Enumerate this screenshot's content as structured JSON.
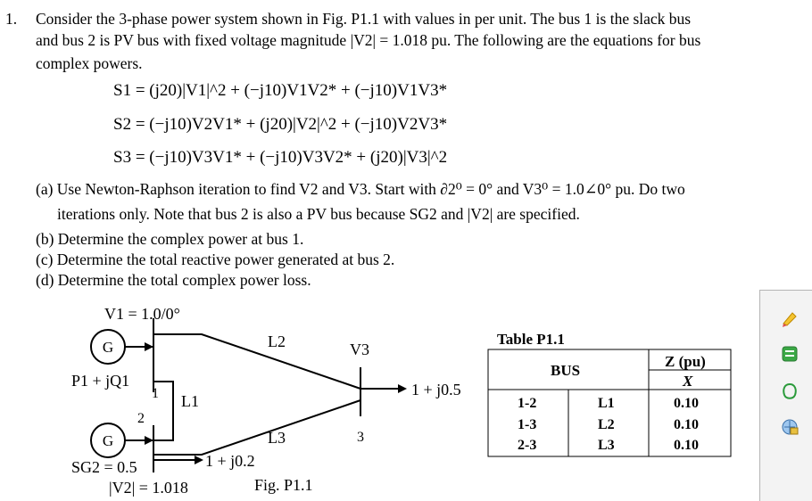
{
  "problem": {
    "number": "1.",
    "intro_l1": "Consider the 3-phase power system shown in Fig. P1.1 with values in per unit. The bus 1 is the slack bus",
    "intro_l2": "and bus 2 is PV bus with fixed voltage magnitude |V2| = 1.018 pu. The following are the equations for bus",
    "intro_l3": "complex powers.",
    "eq1": "S1 = (j20)|V1|^2 + (−j10)V1V2* + (−j10)V1V3*",
    "eq2": "S2 = (−j10)V2V1* + (j20)|V2|^2 + (−j10)V2V3*",
    "eq3": "S3 = (−j10)V3V1* + (−j10)V3V2* + (j20)|V3|^2",
    "a_l1": "(a) Use Newton-Raphson iteration to find V2 and V3. Start with ∂2⁰ = 0° and V3⁰ = 1.0∠0° pu. Do two",
    "a_l2": "iterations only. Note that bus 2 is also a PV bus because SG2 and |V2| are specified.",
    "b": "(b) Determine the complex power at bus 1.",
    "c": "(c) Determine the total reactive power generated at bus 2.",
    "d": "(d) Determine the total complex power loss."
  },
  "figure": {
    "v1": "V1 = 1.0/0°",
    "gen1": "G",
    "gen2": "G",
    "p1q1": "P1 + jQ1",
    "bus1": "1",
    "bus2": "2",
    "bus3": "3",
    "l1": "L1",
    "l2": "L2",
    "l3": "L3",
    "v3": "V3",
    "load3": "1 + j0.5",
    "load2": "1 + j0.2",
    "sg2": "SG2 = 0.5",
    "v2mag": "|V2| = 1.018",
    "caption": "Fig. P1.1"
  },
  "table": {
    "title": "Table P1.1",
    "col_bus": "BUS",
    "col_z": "Z (pu)",
    "col_x": "X",
    "rows": [
      {
        "bus": "1-2",
        "line": "L1",
        "x": "0.10"
      },
      {
        "bus": "1-3",
        "line": "L2",
        "x": "0.10"
      },
      {
        "bus": "2-3",
        "line": "L3",
        "x": "0.10"
      }
    ]
  },
  "side_icons": [
    "quick-parts-icon",
    "autotext-icon",
    "shape-icon",
    "dictionary-icon"
  ]
}
